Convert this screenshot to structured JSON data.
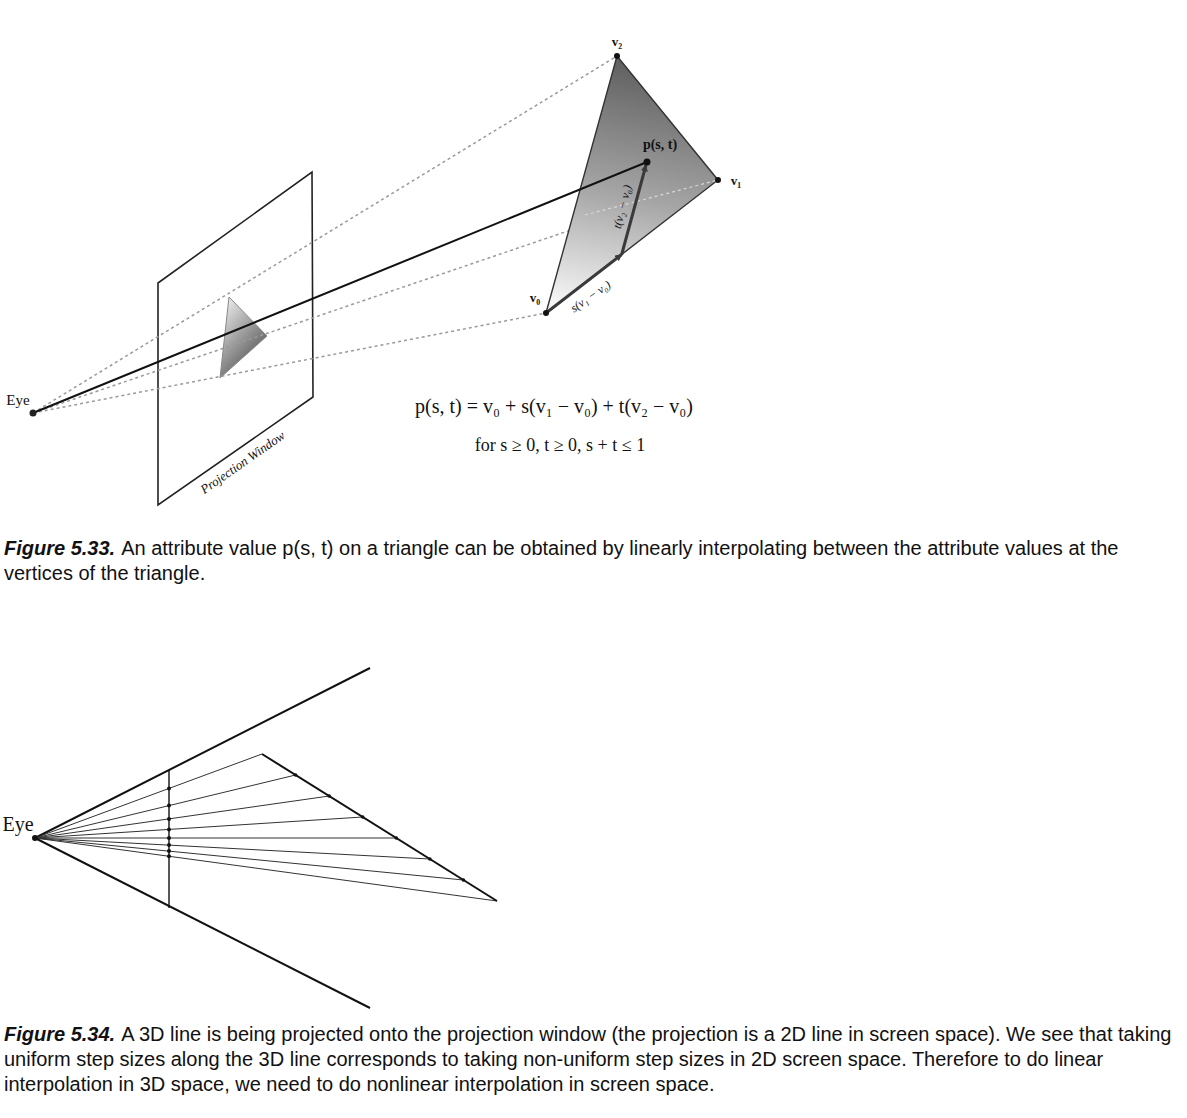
{
  "diagram": {
    "labels": [
      "v₂",
      "p(s, t)",
      "v₁",
      "t(v₂ − v₀)",
      "s(v₁ − v₀)",
      "v₀",
      "Eye",
      "Projection Window",
      "p(s, t) = v₀ + s(v₁ − v₀) + t(v₂ − v₀)",
      "for s ≥ 0, t ≥ 0, s + t ≤ 1",
      "Figure 5.33.",
      "An attribute value p(s, t) on a triangle can be obtained by linearly interpolating between the attribute values at the vertices of the triangle.",
      "Eye",
      "Figure 5.34.",
      "A 3D line is being projected onto the projection window (the projection is a 2D line in screen space). We see that taking uniform step sizes along the 3D line corresponds to taking non-uniform step sizes in 2D screen space. Therefore to do linear interpolation in 3D space, we need to do nonlinear interpolation in screen space."
    ]
  }
}
